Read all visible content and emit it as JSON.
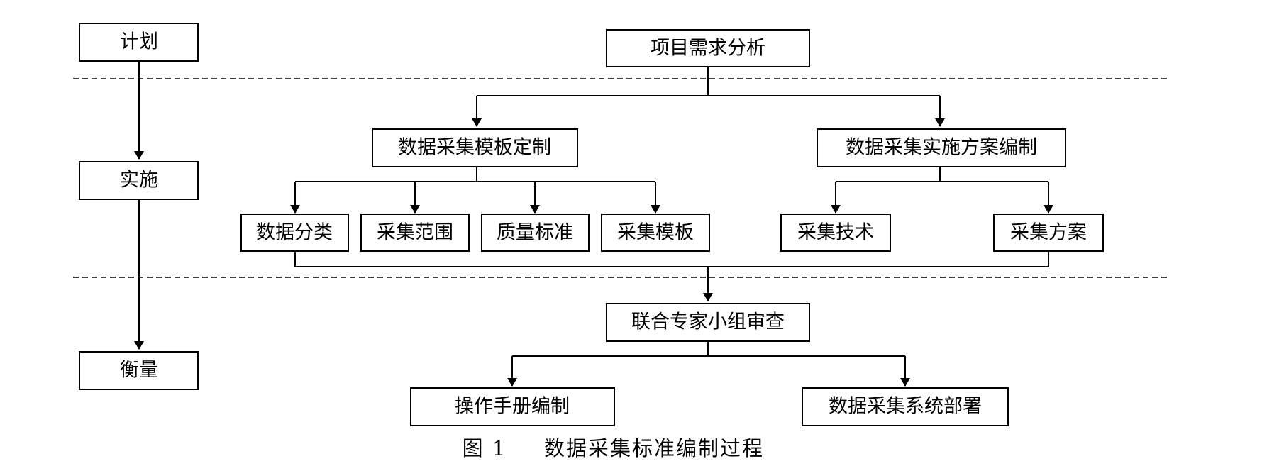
{
  "phases": {
    "plan": "计划",
    "implement": "实施",
    "measure": "衡量"
  },
  "nodes": {
    "requirement_analysis": "项目需求分析",
    "template_customization": "数据采集模板定制",
    "implementation_plan": "数据采集实施方案编制",
    "data_classification": "数据分类",
    "collection_scope": "采集范围",
    "quality_standard": "质量标准",
    "collection_template": "采集模板",
    "collection_technology": "采集技术",
    "collection_scheme": "采集方案",
    "expert_review": "联合专家小组审查",
    "manual_compilation": "操作手册编制",
    "system_deployment": "数据采集系统部署"
  },
  "caption": {
    "label": "图 1",
    "title": "数据采集标准编制过程"
  },
  "colors": {
    "stroke": "#000000",
    "background": "#ffffff"
  }
}
